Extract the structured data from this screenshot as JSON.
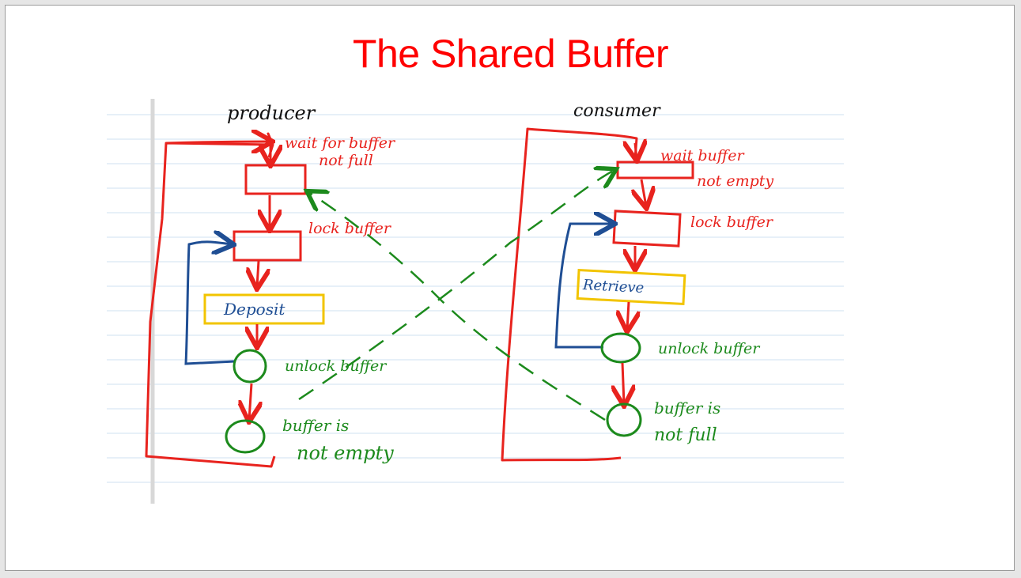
{
  "slide": {
    "title": "The Shared Buffer"
  },
  "colors": {
    "title": "#ff0000",
    "flow": "#e8231e",
    "signal": "#1c8a1c",
    "loop": "#1f4e94",
    "box_highlight": "#f2c400",
    "ruled_line": "#cfe2f1",
    "margin_line": "#d8d8d8"
  },
  "producer": {
    "heading": "producer",
    "wait_label_1": "wait for buffer",
    "wait_label_2": "not full",
    "lock_label": "lock buffer",
    "action_label": "Deposit",
    "unlock_label": "unlock buffer",
    "signal_label_1": "buffer is",
    "signal_label_2": "not empty"
  },
  "consumer": {
    "heading": "consumer",
    "wait_label_1": "wait buffer",
    "wait_label_2": "not empty",
    "lock_label": "lock buffer",
    "action_label": "Retrieve",
    "unlock_label": "unlock buffer",
    "signal_label_1": "buffer is",
    "signal_label_2": "not full"
  }
}
